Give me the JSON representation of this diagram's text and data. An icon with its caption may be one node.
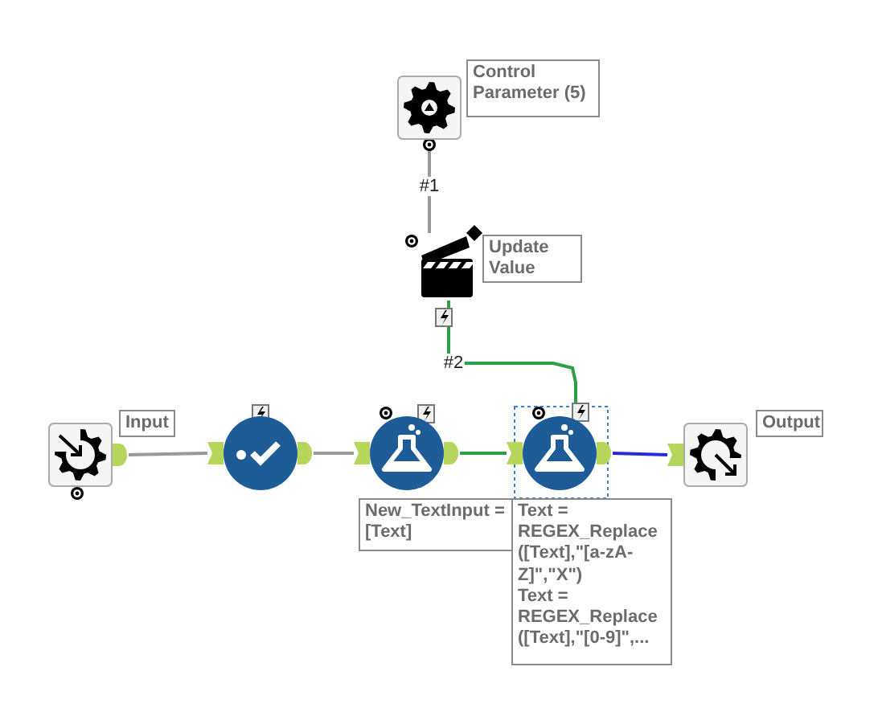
{
  "diagram": {
    "nodes": [
      {
        "text": [
          "Control Parameter (5)"
        ]
      },
      {
        "text": [
          "Update Value"
        ]
      },
      {
        "text": [
          "Input"
        ]
      },
      {
        "text": [],
        "shape": "circle"
      },
      {
        "text": [
          "New_TextInput = [Text]"
        ]
      },
      {
        "text": [
          "Text = REGEX_Replace ([Text],\"[a-zA-Z]\",\"X\")",
          "Text = REGEX_Replace ([Text],\"[0-9]\",..."
        ]
      },
      {
        "text": [
          "Output"
        ]
      }
    ],
    "edges": [
      {
        "from": 0,
        "to": 1,
        "arrow": "none",
        "label": "#1"
      },
      {
        "from": 1,
        "to": 5,
        "arrow": "none",
        "label": "#2",
        "color": "#2e9e48"
      },
      {
        "from": 2,
        "to": 3,
        "arrow": "none"
      },
      {
        "from": 3,
        "to": 4,
        "arrow": "none"
      },
      {
        "from": 4,
        "to": 5,
        "arrow": "none",
        "color": "#2e9e48"
      },
      {
        "from": 5,
        "to": 6,
        "arrow": "none",
        "color": "#2b2bd6"
      }
    ]
  }
}
